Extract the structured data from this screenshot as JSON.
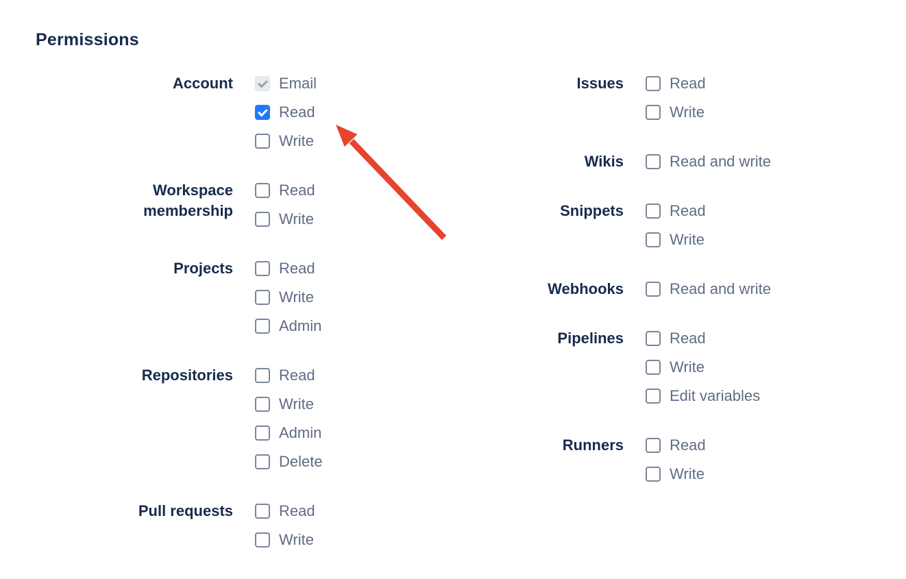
{
  "title": "Permissions",
  "colors": {
    "heading": "#172B4D",
    "item_label": "#5E6C84",
    "checkbox_checked": "#1D7AFC",
    "checkbox_border": "#7A8699",
    "checkbox_disabled_bg": "#E9EBEF",
    "arrow": "#E8432D"
  },
  "columns": [
    {
      "groups": [
        {
          "label": "Account",
          "items": [
            {
              "label": "Email",
              "state": "disabled-checked"
            },
            {
              "label": "Read",
              "state": "checked"
            },
            {
              "label": "Write",
              "state": "unchecked"
            }
          ]
        },
        {
          "label": "Workspace membership",
          "items": [
            {
              "label": "Read",
              "state": "unchecked"
            },
            {
              "label": "Write",
              "state": "unchecked"
            }
          ]
        },
        {
          "label": "Projects",
          "items": [
            {
              "label": "Read",
              "state": "unchecked"
            },
            {
              "label": "Write",
              "state": "unchecked"
            },
            {
              "label": "Admin",
              "state": "unchecked"
            }
          ]
        },
        {
          "label": "Repositories",
          "items": [
            {
              "label": "Read",
              "state": "unchecked"
            },
            {
              "label": "Write",
              "state": "unchecked"
            },
            {
              "label": "Admin",
              "state": "unchecked"
            },
            {
              "label": "Delete",
              "state": "unchecked"
            }
          ]
        },
        {
          "label": "Pull requests",
          "items": [
            {
              "label": "Read",
              "state": "unchecked"
            },
            {
              "label": "Write",
              "state": "unchecked"
            }
          ]
        }
      ]
    },
    {
      "groups": [
        {
          "label": "Issues",
          "items": [
            {
              "label": "Read",
              "state": "unchecked"
            },
            {
              "label": "Write",
              "state": "unchecked"
            }
          ]
        },
        {
          "label": "Wikis",
          "items": [
            {
              "label": "Read and write",
              "state": "unchecked"
            }
          ]
        },
        {
          "label": "Snippets",
          "items": [
            {
              "label": "Read",
              "state": "unchecked"
            },
            {
              "label": "Write",
              "state": "unchecked"
            }
          ]
        },
        {
          "label": "Webhooks",
          "items": [
            {
              "label": "Read and write",
              "state": "unchecked"
            }
          ]
        },
        {
          "label": "Pipelines",
          "items": [
            {
              "label": "Read",
              "state": "unchecked"
            },
            {
              "label": "Write",
              "state": "unchecked"
            },
            {
              "label": "Edit variables",
              "state": "unchecked"
            }
          ]
        },
        {
          "label": "Runners",
          "items": [
            {
              "label": "Read",
              "state": "unchecked"
            },
            {
              "label": "Write",
              "state": "unchecked"
            }
          ]
        }
      ]
    }
  ]
}
